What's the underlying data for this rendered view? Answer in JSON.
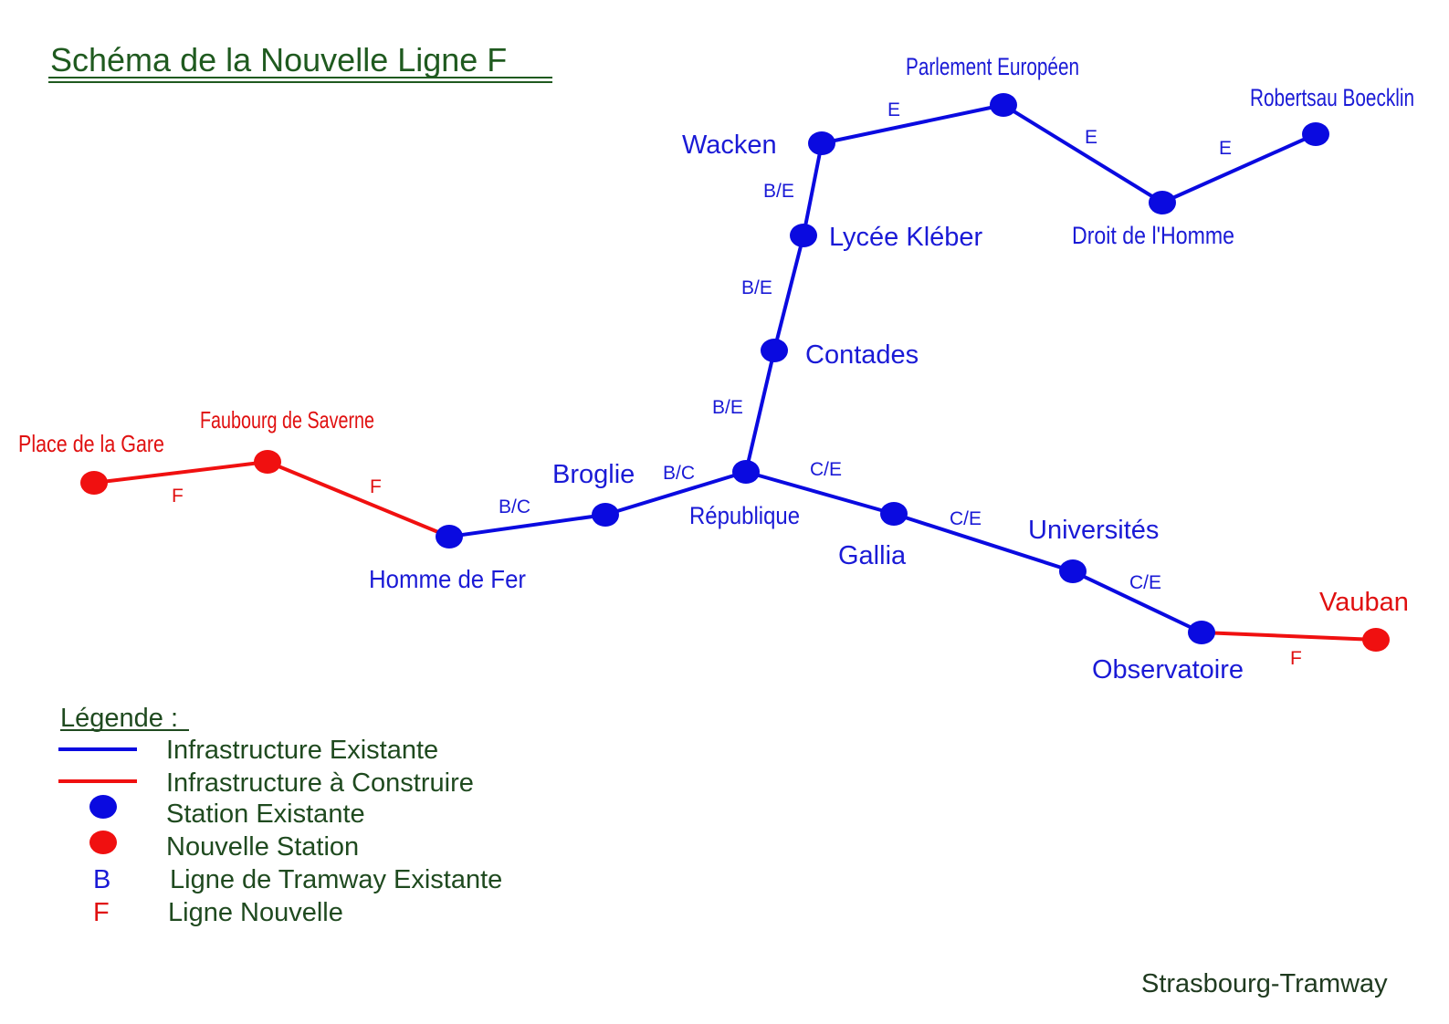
{
  "title": "Schéma de la Nouvelle Ligne F",
  "credit": "Strasbourg-Tramway",
  "colors": {
    "existing": "#0a0ae0",
    "new": "#f01010",
    "title": "#1f5a1f",
    "legend_text": "#1f4a1f"
  },
  "stations": {
    "place_de_la_gare": "Place de la Gare",
    "faubourg_de_saverne": "Faubourg de Saverne",
    "homme_de_fer": "Homme de Fer",
    "broglie": "Broglie",
    "republique": "République",
    "contades": "Contades",
    "lycee_kleber": "Lycée Kléber",
    "wacken": "Wacken",
    "parlement_europeen": "Parlement Européen",
    "droit_de_l_homme": "Droit de l'Homme",
    "robertsau_boecklin": "Robertsau Boecklin",
    "gallia": "Gallia",
    "universites": "Universités",
    "observatoire": "Observatoire",
    "vauban": "Vauban"
  },
  "segment_labels": {
    "gare_faubourg": "F",
    "faubourg_hommefer": "F",
    "hommefer_broglie": "B/C",
    "broglie_republique": "B/C",
    "republique_contades": "B/E",
    "contades_lycee": "B/E",
    "lycee_wacken": "B/E",
    "wacken_parlement": "E",
    "parlement_droit": "E",
    "droit_robertsau": "E",
    "republique_gallia": "C/E",
    "gallia_universites": "C/E",
    "universites_observatoire": "C/E",
    "observatoire_vauban": "F"
  },
  "legend": {
    "heading": "Légende :",
    "existing_infra": "Infrastructure Existante",
    "new_infra": "Infrastructure à Construire",
    "existing_station": "Station Existante",
    "new_station": "Nouvelle Station",
    "existing_line_letter": "B",
    "existing_line": "Ligne de Tramway Existante",
    "new_line_letter": "F",
    "new_line": "Ligne Nouvelle"
  }
}
